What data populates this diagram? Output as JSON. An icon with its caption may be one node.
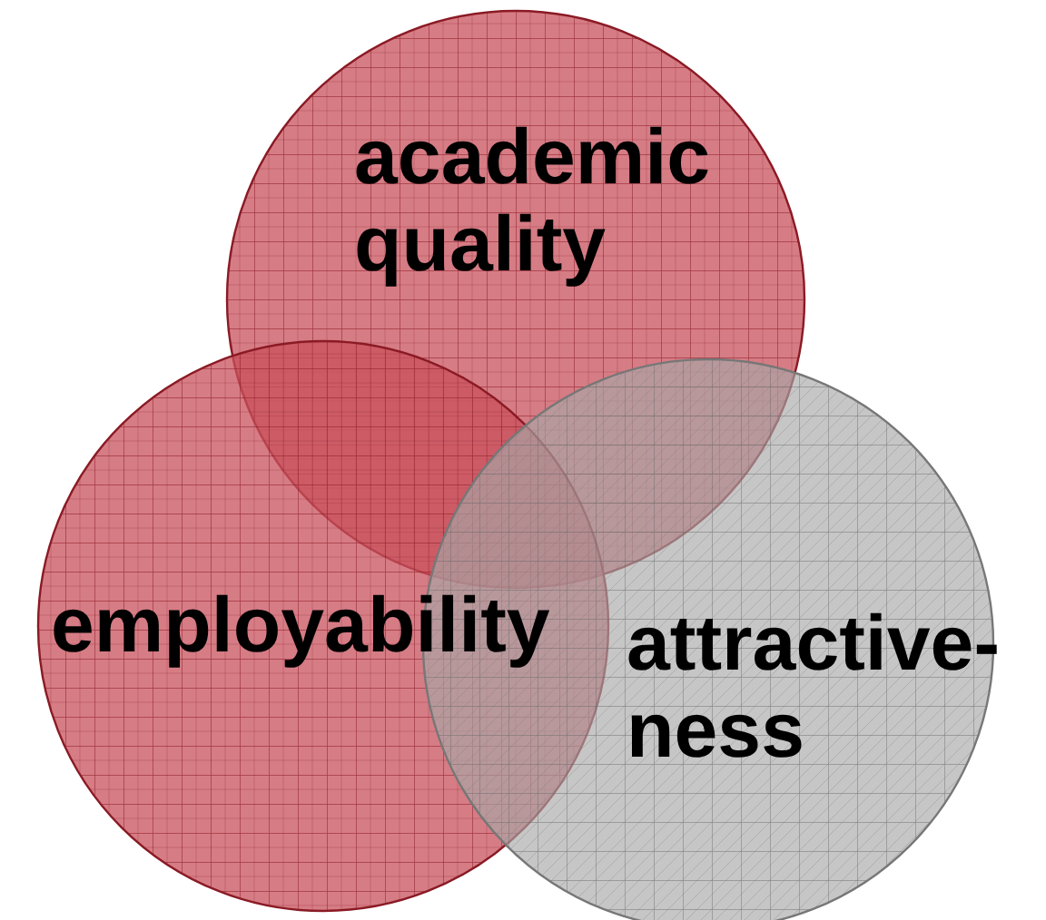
{
  "diagram": {
    "nodes": [
      {
        "text": [
          "academic quality"
        ]
      },
      {
        "text": [
          "employability"
        ]
      },
      {
        "text": [
          "attractive- ness"
        ]
      }
    ]
  }
}
